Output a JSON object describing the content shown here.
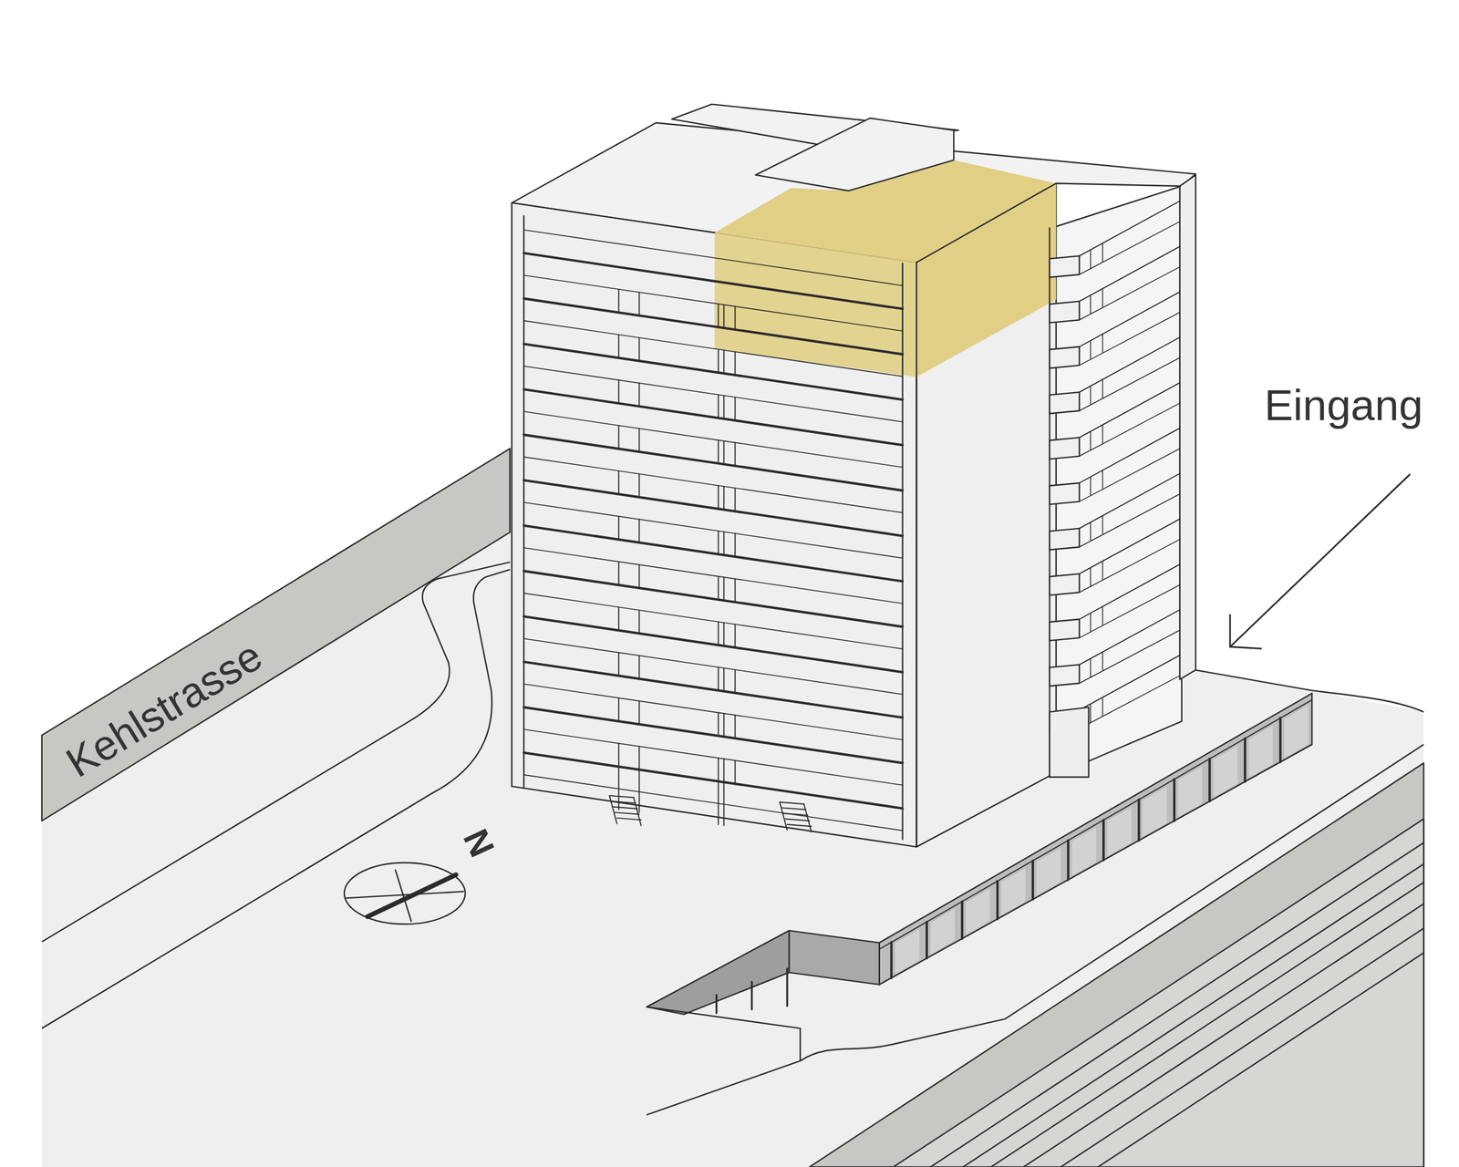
{
  "diagram": {
    "labels": [
      "Kehlstrasse",
      "N",
      "Eingang"
    ]
  }
}
